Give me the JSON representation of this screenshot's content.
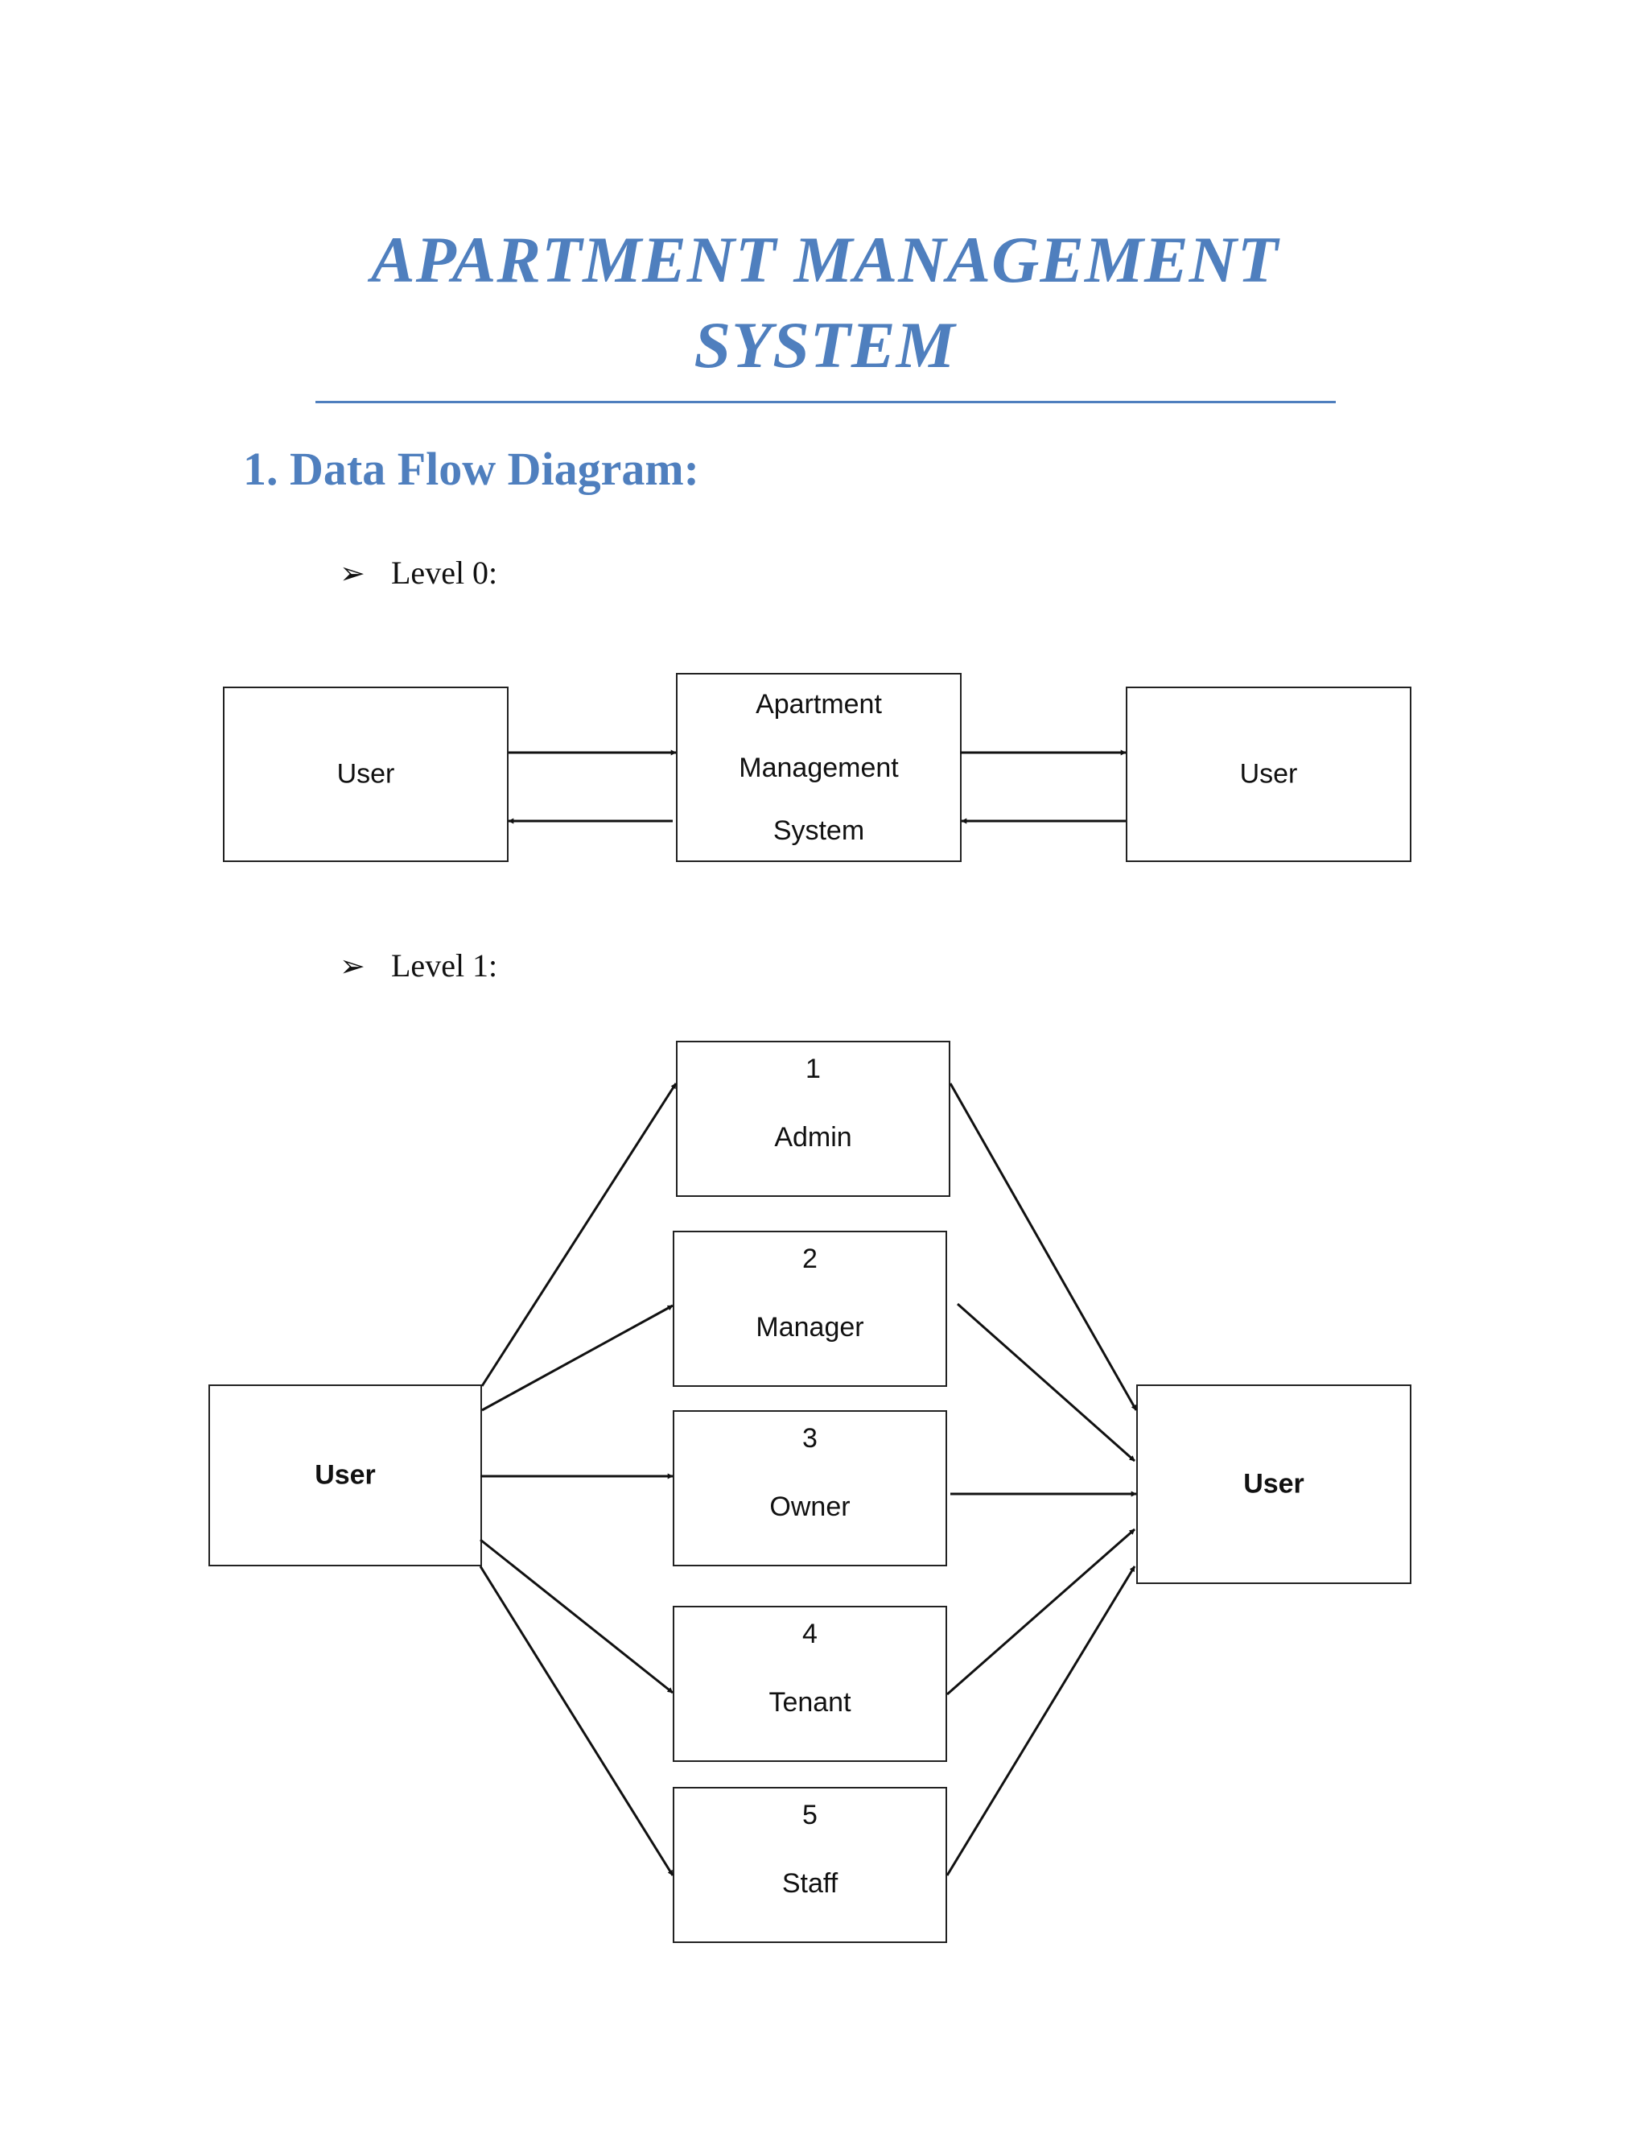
{
  "title": {
    "line1": "APARTMENT MANAGEMENT",
    "line2": "SYSTEM"
  },
  "section": {
    "number": "1.",
    "heading": "Data Flow Diagram:"
  },
  "bullet_glyph": "➢",
  "level0": {
    "label": "Level 0:",
    "left_entity": "User",
    "process": [
      "Apartment",
      "Management",
      "System"
    ],
    "right_entity": "User"
  },
  "level1": {
    "label": "Level 1:",
    "left_entity": "User",
    "right_entity": "User",
    "processes": [
      {
        "number": "1",
        "name": "Admin"
      },
      {
        "number": "2",
        "name": "Manager"
      },
      {
        "number": "3",
        "name": "Owner"
      },
      {
        "number": "4",
        "name": "Tenant"
      },
      {
        "number": "5",
        "name": "Staff"
      }
    ]
  }
}
